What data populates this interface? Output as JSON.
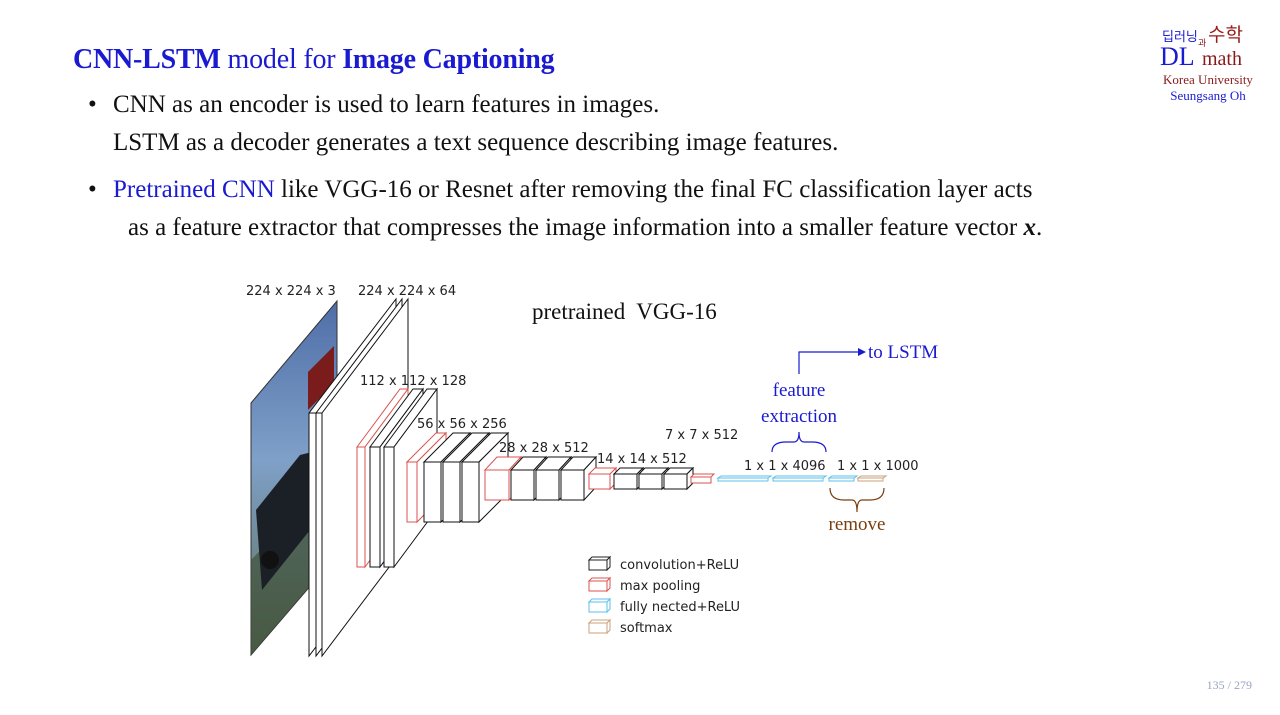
{
  "title": {
    "bold1": "CNN-LSTM",
    "mid": " model for ",
    "bold2": "Image Captioning"
  },
  "bullets": [
    {
      "line1": "CNN as an encoder is used to learn features in images.",
      "line2": "LSTM as a decoder generates a text sequence describing image features."
    },
    {
      "highlight": "Pretrained CNN",
      "line1_rest": " like VGG-16 or Resnet after removing the final FC classification layer acts",
      "line2": "as a feature extractor that compresses the image information into a smaller feature vector ",
      "var": "x",
      "end": "."
    }
  ],
  "bullet_symbol": "•",
  "logo": {
    "kr_part1": "딥러닝",
    "kr_conj": "과",
    "kr_part2": "수학",
    "dl": "DL",
    "math": "math",
    "university": "Korea University",
    "author": "Seungsang Oh"
  },
  "diagram": {
    "title": "pretrained  VGG-16",
    "dims": [
      "224 x 224 x 3",
      "224 x 224 x 64",
      "112 x 112 x 128",
      "56 x 56 x 256",
      "28 x 28 x 512",
      "14 x 14 x 512",
      "7 x 7 x 512",
      "1 x 1 x 4096",
      "1 x 1 x 1000"
    ],
    "to_lstm": "to LSTM",
    "feature_extraction": [
      "feature",
      "extraction"
    ],
    "remove": "remove",
    "legend": [
      {
        "label": "convolution+ReLU",
        "color": "#222222"
      },
      {
        "label": "max pooling",
        "color": "#d9534f"
      },
      {
        "label": "fully nected+ReLU",
        "color": "#5bc0eb"
      },
      {
        "label": "softmax",
        "color": "#c8a27a"
      }
    ],
    "colors": {
      "accent_blue": "#1a1ad0",
      "remove_brown": "#7a3e0e"
    }
  },
  "page": {
    "current": "135",
    "sep": " / ",
    "total": "279"
  }
}
